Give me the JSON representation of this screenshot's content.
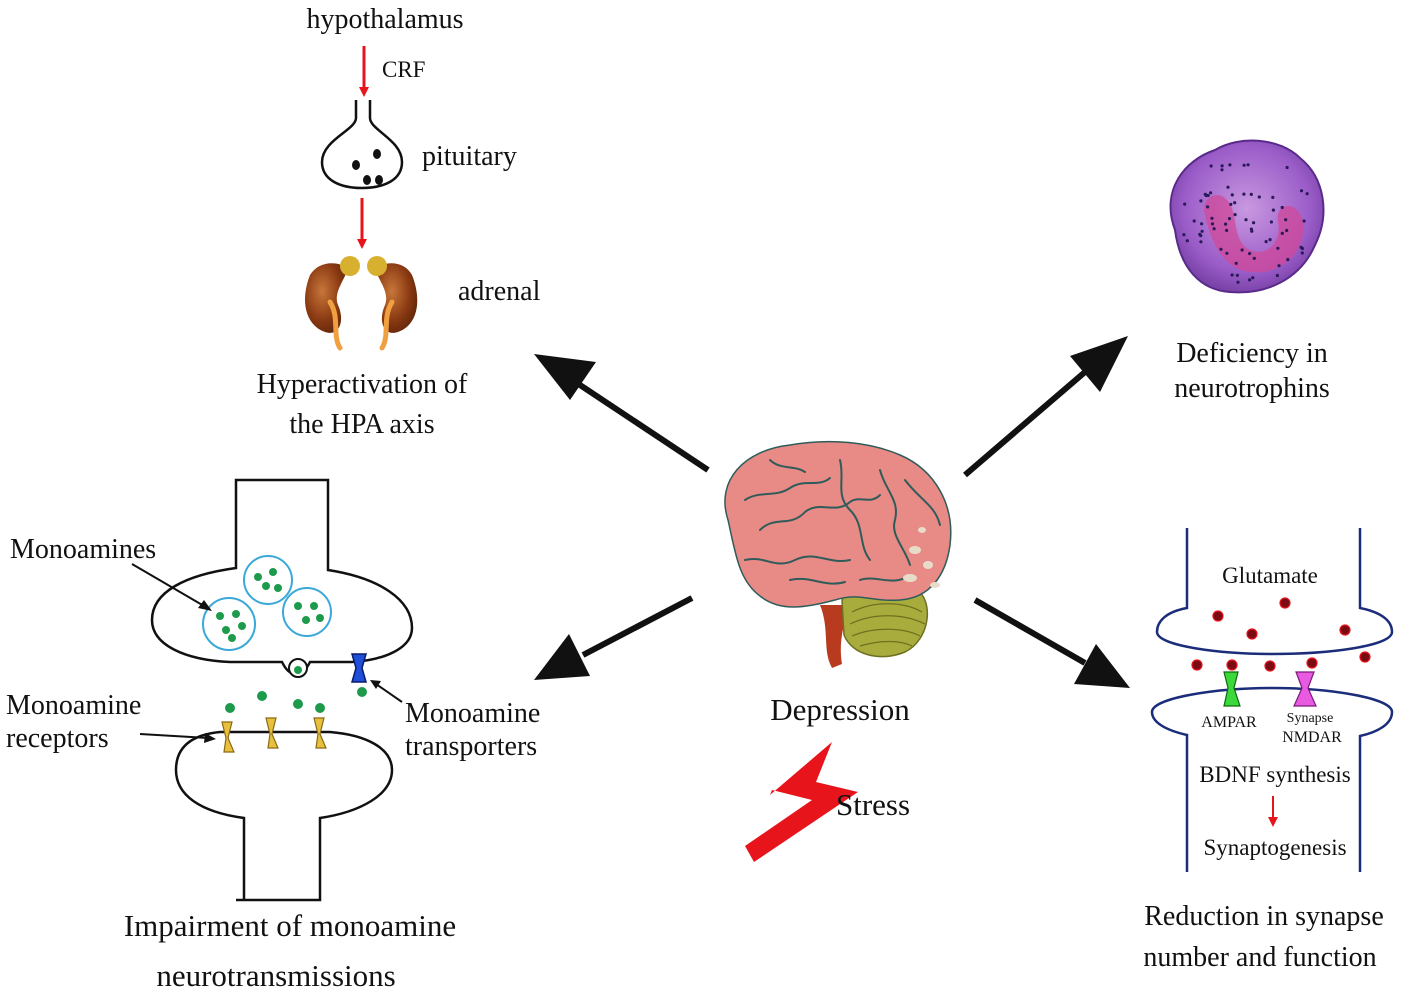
{
  "center": {
    "label": "Depression",
    "trigger": "Stress"
  },
  "hpa": {
    "hypothalamus": "hypothalamus",
    "crf": "CRF",
    "pituitary": "pituitary",
    "adrenal": "adrenal",
    "caption_line1": "Hyperactivation of",
    "caption_line2": "the HPA axis"
  },
  "neurotrophins": {
    "caption_line1": "Deficiency in",
    "caption_line2": "neurotrophins"
  },
  "monoamine": {
    "monoamines": "Monoamines",
    "receptors_line1": "Monoamine",
    "receptors_line2": "receptors",
    "transporters_line1": "Monoamine",
    "transporters_line2": "transporters",
    "caption_line1": "Impairment of monoamine",
    "caption_line2": "neurotransmissions"
  },
  "synapse": {
    "glutamate": "Glutamate",
    "ampar": "AMPAR",
    "nmdar_line1": "Synapse",
    "nmdar_line2": "NMDAR",
    "bdnf": "BDNF synthesis",
    "synaptogenesis": "Synaptogenesis",
    "caption_line1": "Reduction in synapse",
    "caption_line2": "number and function"
  },
  "colors": {
    "red_arrow": "#e8141b",
    "black_arrow": "#111111",
    "brain": "#e88a86",
    "brain_sulci": "#2f5c5a",
    "cerebellum": "#a8ac3c",
    "brainstem": "#b83a1f",
    "vesicle": "#3aa8d8",
    "monoamine_dot": "#1e9a4c",
    "synapse_line": "#1b2d7a",
    "glutamate_dot": "#7a0a14",
    "neurotrophin_cell": "#8a48b8",
    "neurotrophin_nucleus": "#d04898"
  }
}
